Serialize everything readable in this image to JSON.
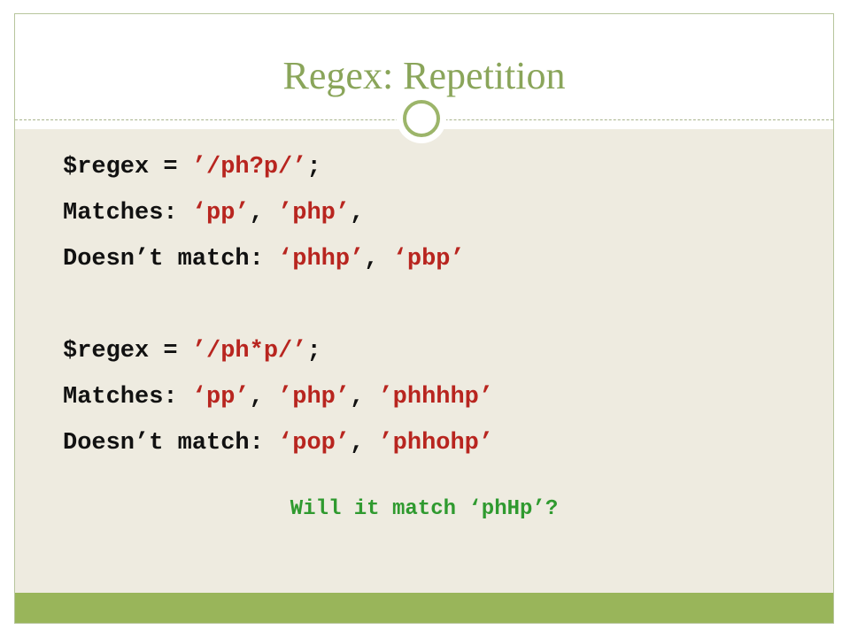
{
  "slide": {
    "title": "Regex: Repetition",
    "lines": [
      {
        "prefix": "$regex = ",
        "parts": [
          "’/ph?p/’"
        ],
        "seps": [],
        "suffix": ";"
      },
      {
        "prefix": "Matches: ",
        "parts": [
          "‘pp’",
          "’php’"
        ],
        "seps": [
          ","
        ],
        "suffix": ","
      },
      {
        "prefix": "Doesn’t match: ",
        "parts": [
          "‘phhp’",
          "‘pbp’"
        ],
        "seps": [
          ","
        ],
        "suffix": ""
      },
      {
        "prefix": "$regex = ",
        "parts": [
          "’/ph*p/’"
        ],
        "seps": [],
        "suffix": ";"
      },
      {
        "prefix": "Matches: ",
        "parts": [
          "‘pp’",
          "’php’",
          "’phhhhp’"
        ],
        "seps": [
          ",",
          ","
        ],
        "suffix": ""
      },
      {
        "prefix": "Doesn’t match: ",
        "parts": [
          "‘pop’",
          "’phhohp’"
        ],
        "seps": [
          ","
        ],
        "suffix": ""
      }
    ],
    "question": "Will it match ‘phHp’?"
  },
  "colors": {
    "title": "#8aa55a",
    "body_bg": "#eeebe0",
    "accent_red": "#b8251f",
    "question_green": "#2f9a2f",
    "footer": "#99b55a"
  }
}
